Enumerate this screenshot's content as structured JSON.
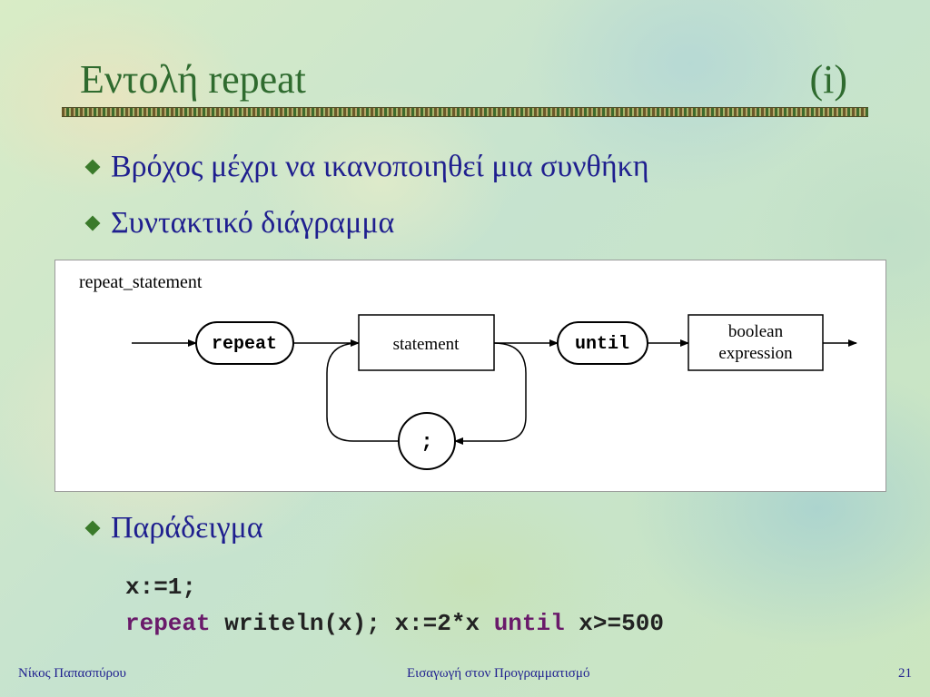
{
  "slide": {
    "title": "Εντολή repeat",
    "title_num": "(i)",
    "bullets": [
      "Βρόχος μέχρι να ικανοποιηθεί μια συνθήκη",
      "Συντακτικό διάγραμμα",
      "Παράδειγμα"
    ],
    "diagram": {
      "heading": "repeat_statement",
      "repeat_label": "repeat",
      "statement_label": "statement",
      "until_label": "until",
      "expr_line1": "boolean",
      "expr_line2": "expression",
      "semicolon_label": ";"
    },
    "code": {
      "line1": "x:=1;",
      "kw_repeat": "repeat",
      "mid": " writeln(x); x:=2*x ",
      "kw_until": "until",
      "end": " x>=500"
    },
    "footer": {
      "author": "Νίκος Παπασπύρου",
      "course": "Εισαγωγή στον Προγραμματισμό",
      "page": "21"
    }
  },
  "colors": {
    "title": "#2f6b2f",
    "text": "#1f1f8f",
    "keyword": "#6a1a6a",
    "bullet": "#3a7a2a"
  }
}
